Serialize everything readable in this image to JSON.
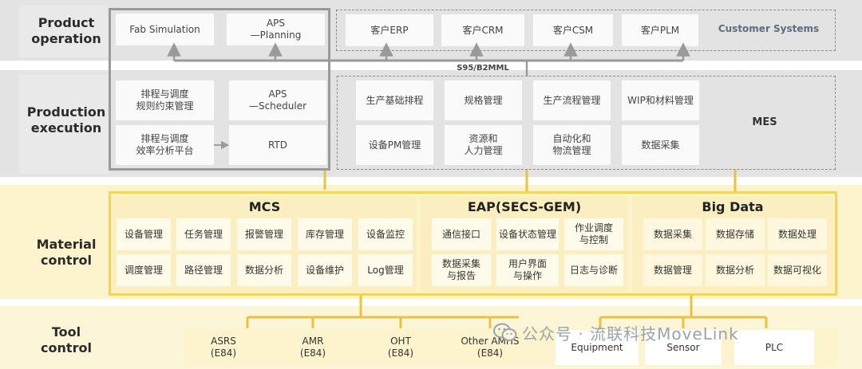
{
  "tiers": {
    "product_operation": "Product\noperation",
    "production_execution": "Production\nexecution",
    "material_control": "Material\ncontrol",
    "tool_control": "Tool\ncontrol"
  },
  "product_operation": {
    "aps_cells": [
      "Fab Simulation",
      "APS\n—Planning"
    ],
    "customer_systems": [
      "客户ERP",
      "客户CRM",
      "客户CSM",
      "客户PLM"
    ],
    "customer_systems_label": "Customer Systems",
    "bus_label": "S95/B2MML"
  },
  "production_execution": {
    "aps_cells": [
      "排程与调度\n规则约束管理",
      "APS\n—Scheduler",
      "排程与调度\n效率分析平台",
      "RTD"
    ],
    "mes_cells": [
      "生产基础排程",
      "规格管理",
      "生产流程管理",
      "WIP和材料管理",
      "设备PM管理",
      "资源和\n人力管理",
      "自动化和\n物流管理",
      "数据采集"
    ],
    "mes_label": "MES"
  },
  "material_control": {
    "mcs_title": "MCS",
    "mcs_cells": [
      "设备管理",
      "任务管理",
      "报警管理",
      "库存管理",
      "设备监控",
      "调度管理",
      "路径管理",
      "数据分析",
      "设备维护",
      "Log管理"
    ],
    "eap_title": "EAP(SECS-GEM)",
    "eap_cells": [
      "通信接口",
      "设备状态管理",
      "作业调度\n与控制",
      "数据采集\n与报告",
      "用户界面\n与操作",
      "日志与诊断"
    ],
    "bigdata_title": "Big Data",
    "bigdata_cells": [
      "数据采集",
      "数据存储",
      "数据处理",
      "数据管理",
      "数据分析",
      "数据可视化"
    ]
  },
  "tool_control": {
    "cells": [
      "ASRS\n(E84)",
      "AMR\n(E84)",
      "OHT\n(E84)",
      "Other AMHS\n(E84)",
      "Equipment",
      "Sensor",
      "PLC"
    ]
  },
  "watermark": "公众号 · 流联科技MoveLink",
  "colors": {
    "gray_band": "#e3e3e3",
    "yellow_band": "#fdf3cc",
    "accent_yellow": "#f3d35c",
    "customer_systems_text": "#5d6d7e"
  }
}
